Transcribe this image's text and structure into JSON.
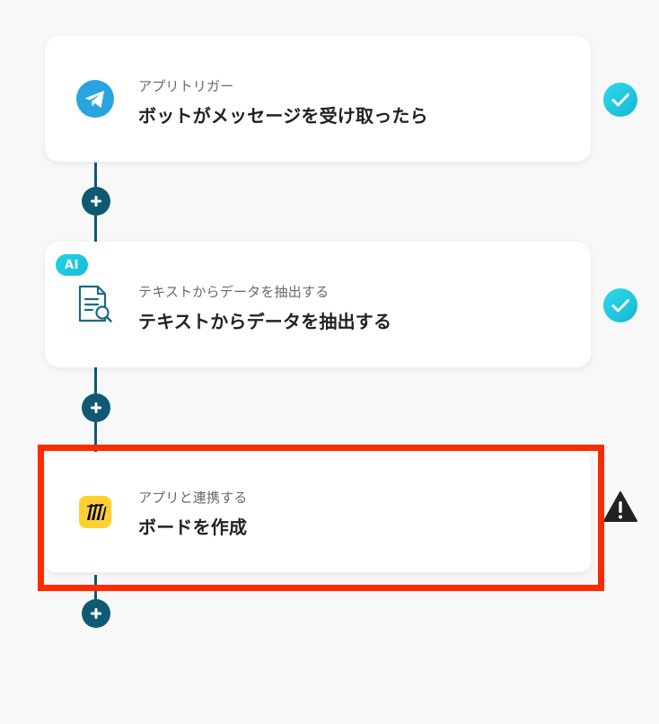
{
  "steps": [
    {
      "subtitle": "アプリトリガー",
      "title": "ボットがメッセージを受け取ったら",
      "icon": "telegram-icon",
      "status": "success"
    },
    {
      "badge": "AI",
      "subtitle": "テキストからデータを抽出する",
      "title": "テキストからデータを抽出する",
      "icon": "document-search-icon",
      "status": "success"
    },
    {
      "subtitle": "アプリと連携する",
      "title": "ボードを作成",
      "icon": "miro-icon",
      "status": "warning"
    }
  ],
  "colors": {
    "connector": "#0f5a72",
    "success": "#1ec8dd",
    "warning": "#222222",
    "highlight": "#ff2a00",
    "telegram": "#2aa4e0",
    "miro": "#ffd02f"
  }
}
